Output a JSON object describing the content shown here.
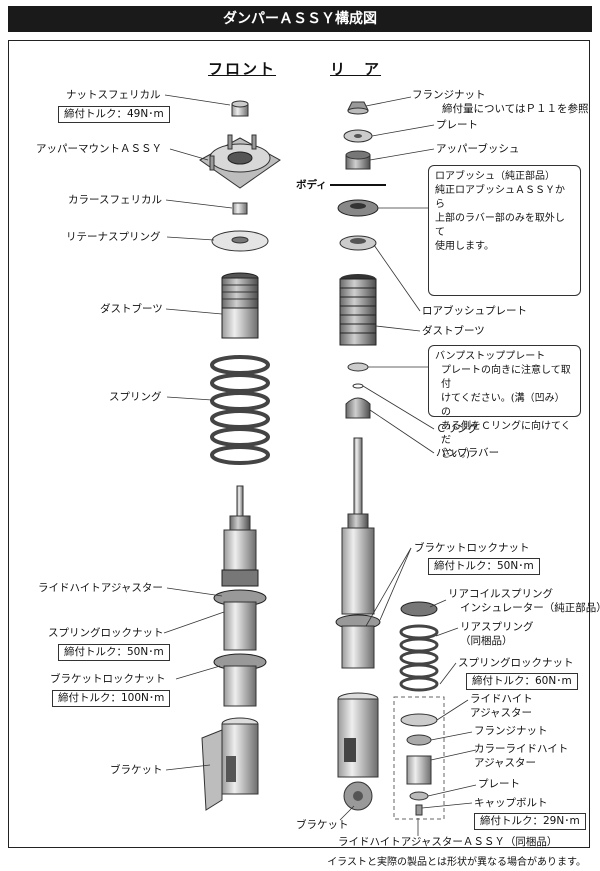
{
  "title": "ダンパーＡＳＳＹ構成図",
  "sections": {
    "front": "フロント",
    "rear": "リ　ア"
  },
  "front": {
    "nut_spherical": "ナットスフェリカル",
    "nut_torque": "締付トルク：49N･m",
    "upper_mount": "アッパーマウントＡＳＳＹ",
    "collar_spherical": "カラースフェリカル",
    "retainer_spring": "リテーナスプリング",
    "dust_boot": "ダストブーツ",
    "spring": "スプリング",
    "ride_height_adjuster": "ライドハイトアジャスター",
    "spring_lock_nut": "スプリングロックナット",
    "spring_lock_torque": "締付トルク：50N･m",
    "bracket_lock_nut": "ブラケットロックナット",
    "bracket_lock_torque": "締付トルク：100N･m",
    "bracket": "ブラケット"
  },
  "rear": {
    "flange_nut": "フランジナット",
    "flange_nut_note": "締付量についてはＰ１１を参照",
    "plate": "プレート",
    "upper_bush": "アッパーブッシュ",
    "body": "ボディ",
    "lower_bush_title": "ロアブッシュ（純正部品）",
    "lower_bush_text": [
      "純正ロアブッシュＡＳＳＹから",
      "上部のラバー部のみを取外して",
      "使用します。"
    ],
    "lower_bush_plate": "ロアブッシュプレート",
    "dust_boot": "ダストブーツ",
    "bump_stop_title": "バンプストッププレート",
    "bump_stop_text": [
      "プレートの向きに注意して取付",
      "けてください。(溝（凹み）の",
      "ある側をＣリングに向けてくだ",
      "さい。)"
    ],
    "c_ring": "Ｃリング",
    "bump_rubber": "バンプラバー",
    "bracket_lock_nut": "ブラケットロックナット",
    "bracket_lock_torque": "締付トルク：50N･m",
    "coil_insulator_1": "リアコイルスプリング",
    "coil_insulator_2": "インシュレーター（純正部品）",
    "rear_spring_1": "リアスプリング",
    "rear_spring_2": "（同梱品）",
    "spring_lock_nut": "スプリングロックナット",
    "spring_lock_torque": "締付トルク：60N･m",
    "ride_height_adj_1": "ライドハイト",
    "ride_height_adj_2": "アジャスター",
    "flange_nut2": "フランジナット",
    "collar_ride_1": "カラーライドハイト",
    "collar_ride_2": "アジャスター",
    "plate2": "プレート",
    "cap_bolt": "キャップボルト",
    "cap_bolt_torque": "締付トルク：29N･m",
    "bracket": "ブラケット",
    "adjuster_assy": "ライドハイトアジャスターＡＳＳＹ（同梱品）"
  },
  "footnote": "イラストと実際の製品とは形状が異なる場合があります。"
}
